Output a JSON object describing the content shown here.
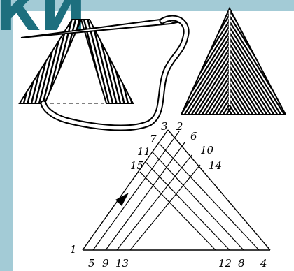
{
  "heading": {
    "text": "КИ"
  },
  "colors": {
    "frame": "#a3cbd6",
    "heading": "#1d6f7e",
    "ink": "#000000"
  },
  "illustrations": {
    "needle_demo": {
      "icon": "needle-thread-icon"
    },
    "finished_sample": {
      "icon": "triangle-satin-icon"
    }
  },
  "diagram": {
    "labels": {
      "n1": "1",
      "n2": "2",
      "n3": "3",
      "n4": "4",
      "n5": "5",
      "n6": "6",
      "n7": "7",
      "n8": "8",
      "n9": "9",
      "n10": "10",
      "n11": "11",
      "n12": "12",
      "n13": "13",
      "n14": "14",
      "n15": "15"
    }
  }
}
